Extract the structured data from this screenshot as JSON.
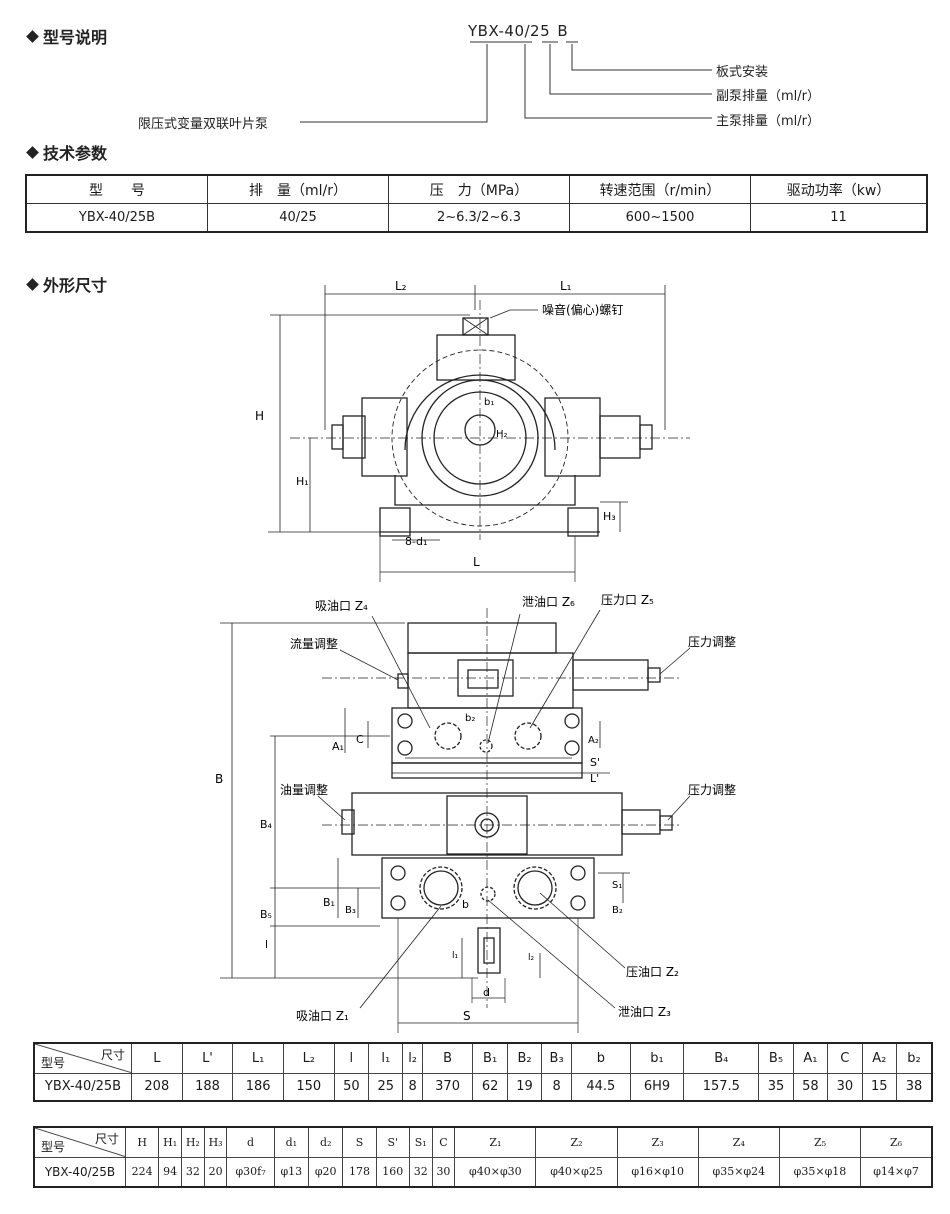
{
  "section1": {
    "title": "型号说明"
  },
  "model_code": {
    "text": "YBX-40/25",
    "suffix": "B"
  },
  "model_explain": [
    {
      "label": "板式安装"
    },
    {
      "label": "副泵排量（ml/r）"
    },
    {
      "label": "主泵排量（ml/r）"
    }
  ],
  "model_explain_left": "限压式变量双联叶片泵",
  "section2": {
    "title": "技术参数"
  },
  "spec_table": {
    "headers": [
      "型　　号",
      "排　量（ml/r）",
      "压　力（MPa）",
      "转速范围（r/min）",
      "驱动功率（kw）"
    ],
    "row": [
      "YBX-40/25B",
      "40/25",
      "2~6.3/2~6.3",
      "600~1500",
      "11"
    ]
  },
  "section3": {
    "title": "外形尺寸"
  },
  "drawing_top": {
    "L2": "L₂",
    "L1": "L₁",
    "H": "H",
    "H1": "H₁",
    "H2": "H₂",
    "H3": "H₃",
    "b1": "b₁",
    "d1": "8-d₁",
    "L": "L",
    "noise_screw": "噪音(偏心)螺钉"
  },
  "drawing_bottom": {
    "suction_z4": "吸油口 Z₄",
    "drain_z6": "泄油口 Z₆",
    "pressure_z5": "压力口 Z₅",
    "flow_adjust": "流量调整",
    "pressure_adjust_1": "压力调整",
    "oil_adjust": "油量调整",
    "pressure_adjust_2": "压力调整",
    "pressure_z2": "压油口 Z₂",
    "drain_z3": "泄油口 Z₃",
    "suction_z1": "吸油口 Z₁",
    "B": "B",
    "B4": "B₄",
    "B5": "B₅",
    "B1": "B₁",
    "B3": "B₃",
    "B2": "B₂",
    "A1": "A₁",
    "A2": "A₂",
    "C": "C",
    "S": "S",
    "S1": "S₁",
    "S_prime": "S'",
    "L_prime": "L'",
    "b2": "b₂",
    "b": "b",
    "l": "l",
    "l1": "l₁",
    "l2": "l₂",
    "d": "d"
  },
  "dims_table1": {
    "corner_top": "尺寸",
    "corner_bottom": "型号",
    "headers": [
      "L",
      "L'",
      "L₁",
      "L₂",
      "l",
      "l₁",
      "l₂",
      "B",
      "B₁",
      "B₂",
      "B₃",
      "b",
      "b₁",
      "B₄",
      "B₅",
      "A₁",
      "C",
      "A₂",
      "b₂"
    ],
    "row_label": "YBX-40/25B",
    "values": [
      "208",
      "188",
      "186",
      "150",
      "50",
      "25",
      "8",
      "370",
      "62",
      "19",
      "8",
      "44.5",
      "6H9",
      "157.5",
      "35",
      "58",
      "30",
      "15",
      "38"
    ]
  },
  "dims_table2": {
    "corner_top": "尺寸",
    "corner_bottom": "型号",
    "headers": [
      "H",
      "H₁",
      "H₂",
      "H₃",
      "d",
      "d₁",
      "d₂",
      "S",
      "S'",
      "S₁",
      "C",
      "Z₁",
      "Z₂",
      "Z₃",
      "Z₄",
      "Z₅",
      "Z₆"
    ],
    "row_label": "YBX-40/25B",
    "values": [
      "224",
      "94",
      "32",
      "20",
      "φ30f₇",
      "φ13",
      "φ20",
      "178",
      "160",
      "32",
      "30",
      "φ40×φ30",
      "φ40×φ25",
      "φ16×φ10",
      "φ35×φ24",
      "φ35×φ18",
      "φ14×φ7"
    ]
  }
}
